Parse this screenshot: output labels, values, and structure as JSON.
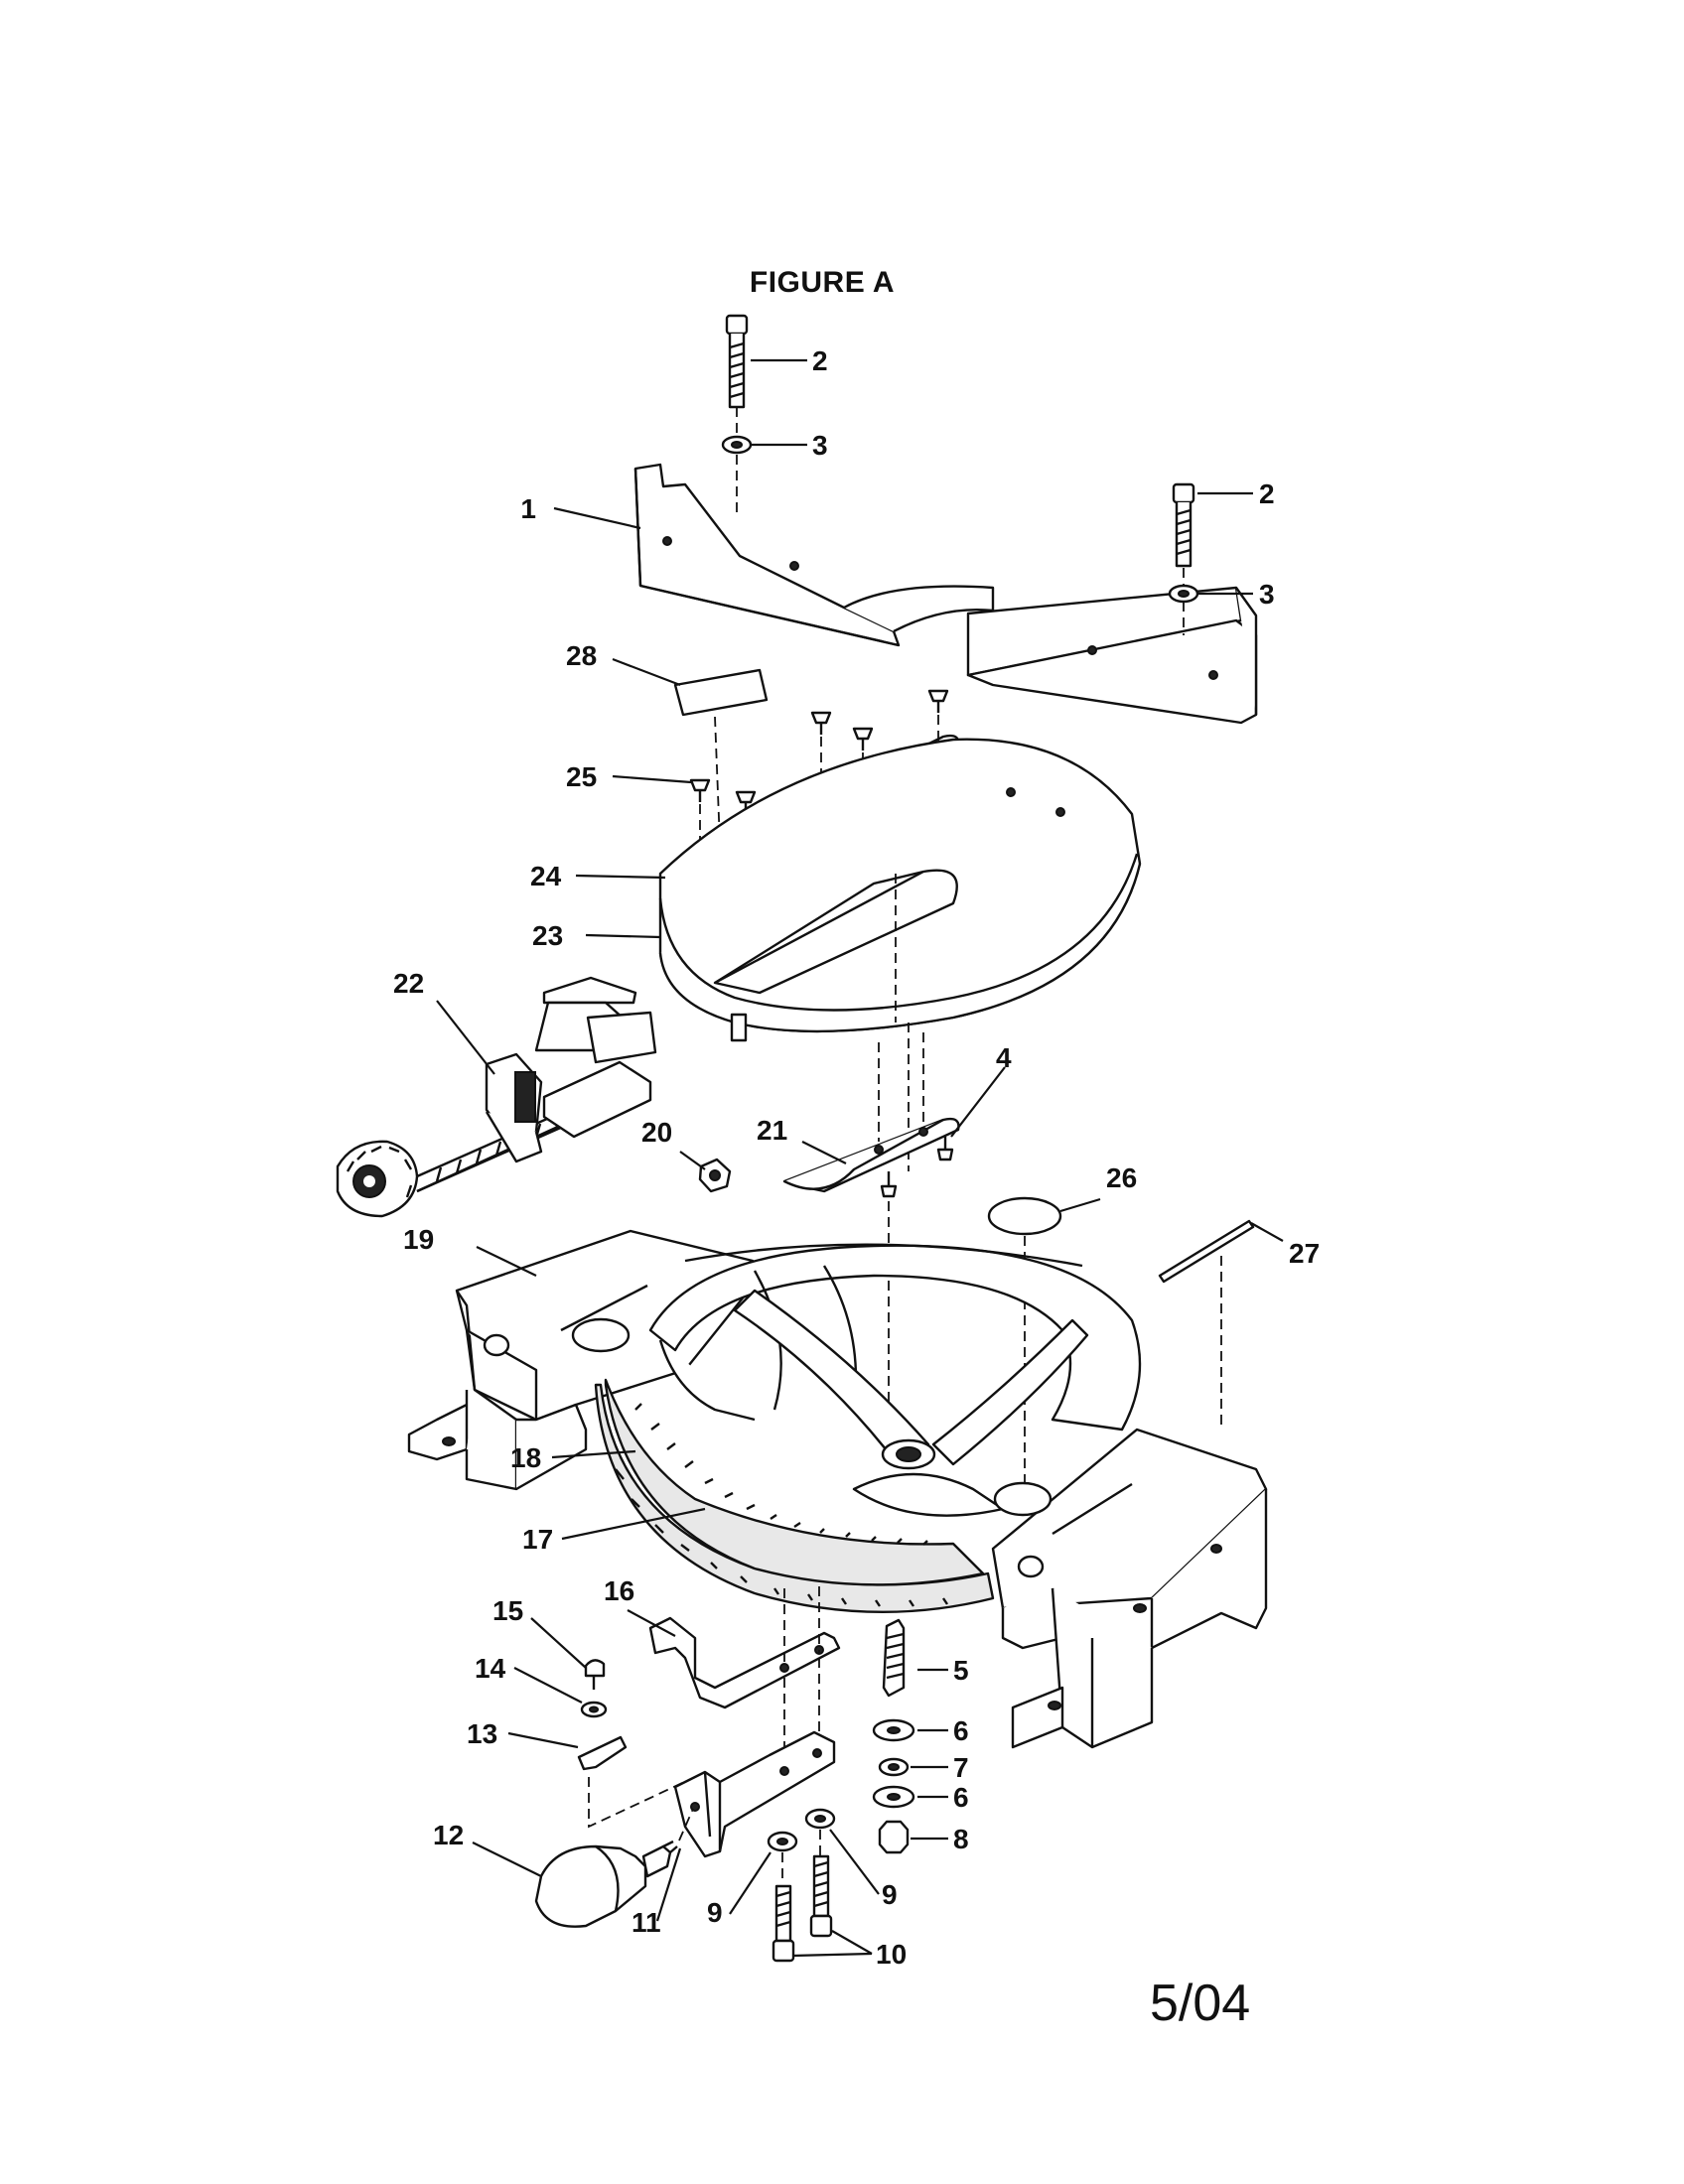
{
  "figure": {
    "title": "FIGURE A",
    "date_code": "5/04"
  },
  "parts": [
    {
      "number": "1"
    },
    {
      "number": "2"
    },
    {
      "number": "3"
    },
    {
      "number": "4"
    },
    {
      "number": "5"
    },
    {
      "number": "6"
    },
    {
      "number": "7"
    },
    {
      "number": "8"
    },
    {
      "number": "9"
    },
    {
      "number": "10"
    },
    {
      "number": "11"
    },
    {
      "number": "12"
    },
    {
      "number": "13"
    },
    {
      "number": "14"
    },
    {
      "number": "15"
    },
    {
      "number": "16"
    },
    {
      "number": "17"
    },
    {
      "number": "18"
    },
    {
      "number": "19"
    },
    {
      "number": "20"
    },
    {
      "number": "21"
    },
    {
      "number": "22"
    },
    {
      "number": "23"
    },
    {
      "number": "24"
    },
    {
      "number": "25"
    },
    {
      "number": "26"
    },
    {
      "number": "27"
    },
    {
      "number": "28"
    }
  ]
}
